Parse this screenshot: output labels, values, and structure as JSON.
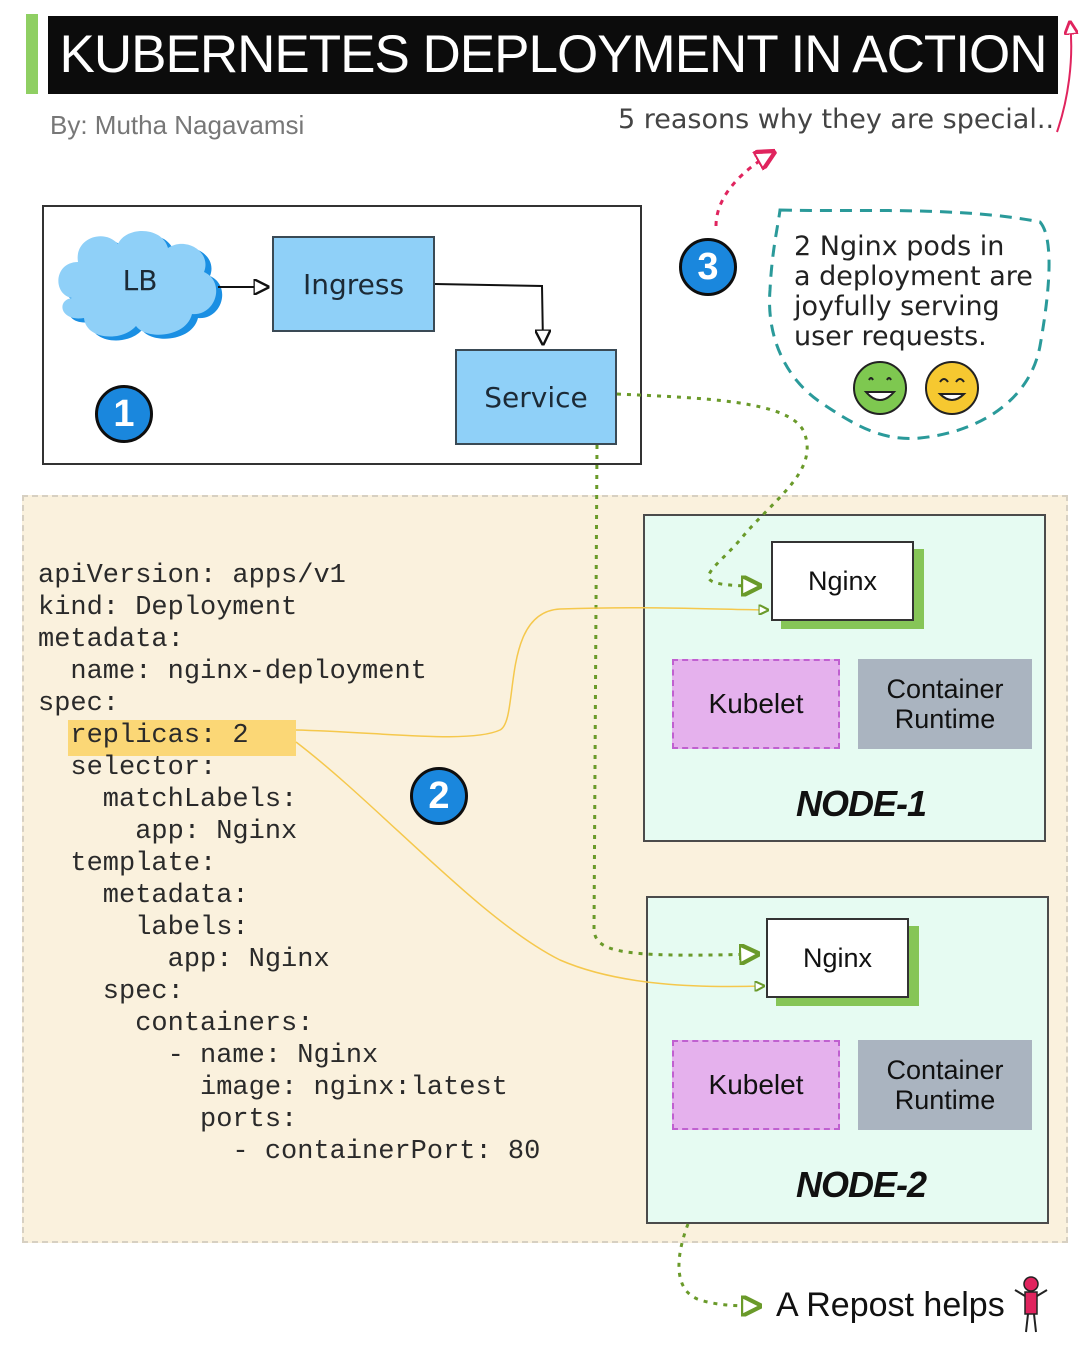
{
  "header": {
    "title": "KUBERNETES DEPLOYMENT IN ACTION",
    "author": "By: Mutha Nagavamsi",
    "subtitle": "5 reasons why they are special.."
  },
  "architecture": {
    "lb_label": "LB",
    "ingress_label": "Ingress",
    "service_label": "Service"
  },
  "badges": [
    "1",
    "2",
    "3"
  ],
  "note": {
    "lines": [
      "2 Nginx pods in",
      "a deployment are",
      "joyfully serving",
      "user requests."
    ]
  },
  "yaml": {
    "code": "apiVersion: apps/v1\nkind: Deployment\nmetadata:\n  name: nginx-deployment\nspec:\n  replicas: 2\n  selector:\n    matchLabels:\n      app: Nginx\n  template:\n    metadata:\n      labels:\n        app: Nginx\n    spec:\n      containers:\n        - name: Nginx\n          image: nginx:latest\n          ports:\n            - containerPort: 80"
  },
  "nodes": [
    {
      "pod": "Nginx",
      "kubelet": "Kubelet",
      "runtime_line1": "Container",
      "runtime_line2": "Runtime",
      "label": "NODE-1"
    },
    {
      "pod": "Nginx",
      "kubelet": "Kubelet",
      "runtime_line1": "Container",
      "runtime_line2": "Runtime",
      "label": "NODE-2"
    }
  ],
  "footer": {
    "repost": "A Repost helps"
  },
  "colors": {
    "accent_green": "#8fcf63",
    "box_blue": "#8fd0f8",
    "badge_blue": "#1a87dd",
    "yaml_bg": "#faf1dd",
    "highlight": "#fbd776",
    "node_bg": "#e6fbf2",
    "kubelet": "#e5b1ed",
    "runtime": "#aab4c0",
    "pod_shadow": "#86c557",
    "dotted_green": "#6a9a2a",
    "teal_dashed": "#2a9a9a",
    "pink_arrow": "#e0245e"
  },
  "icons": [
    "cloud-icon",
    "smiley-green-icon",
    "smiley-yellow-icon",
    "stick-figure-icon"
  ]
}
